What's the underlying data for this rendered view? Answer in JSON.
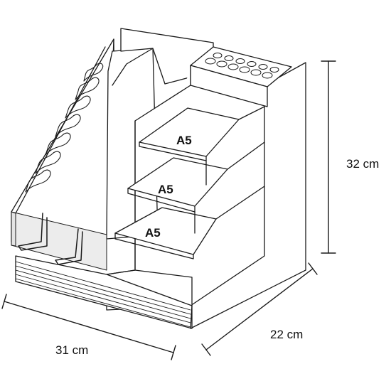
{
  "dimensions": {
    "height": "32 cm",
    "width": "31 cm",
    "depth": "22 cm"
  },
  "shelves": [
    {
      "label": "A5"
    },
    {
      "label": "A5"
    },
    {
      "label": "A5"
    }
  ],
  "colors": {
    "stroke": "#1a1a1a",
    "panel": "#ffffff",
    "acrylic": "#ececec"
  }
}
